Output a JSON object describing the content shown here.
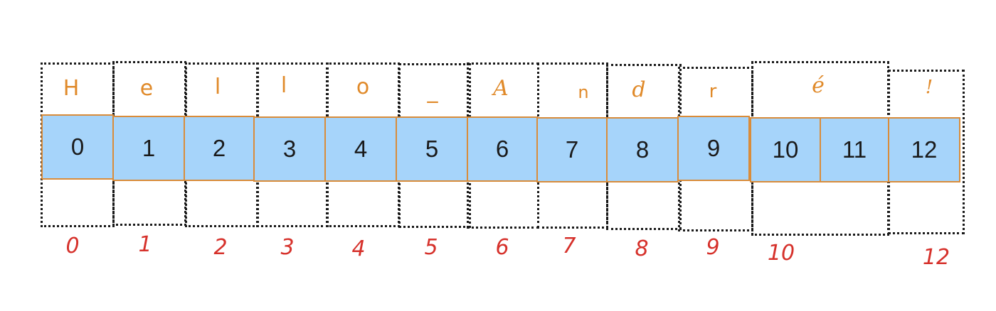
{
  "colors": {
    "character_text": "#e08a2a",
    "byte_fill": "#a6d4fa",
    "byte_border": "#d98c3a",
    "index_text": "#d6312b",
    "box_border": "#1a1a1a"
  },
  "characters": [
    "H",
    "e",
    "l",
    "l",
    "o",
    "_",
    "A",
    "n",
    "d",
    "r",
    "é",
    "!"
  ],
  "bytes": [
    "0",
    "1",
    "2",
    "3",
    "4",
    "5",
    "6",
    "7",
    "8",
    "9",
    "10",
    "11",
    "12"
  ],
  "char_indices": [
    "0",
    "1",
    "2",
    "3",
    "4",
    "5",
    "6",
    "7",
    "8",
    "9",
    "10",
    "12"
  ]
}
